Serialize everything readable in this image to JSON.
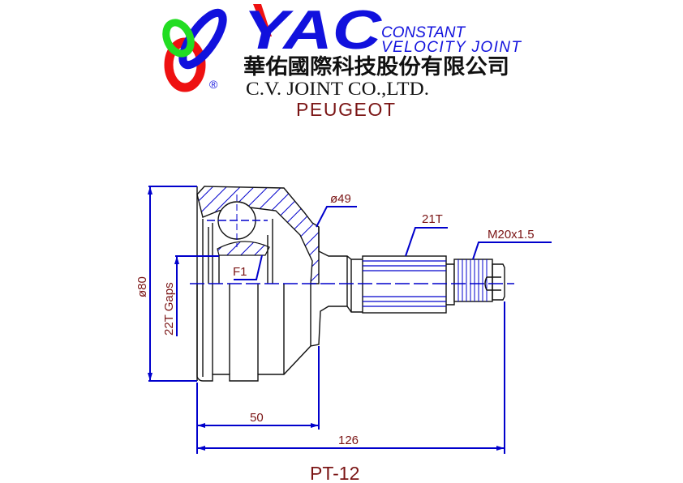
{
  "logo": {
    "brand": "YAC",
    "tagline_1": "CONSTANT",
    "tagline_2": "VELOCITY JOINT",
    "registered": "®"
  },
  "company": {
    "chinese_name": "華佑國際科技股份有限公司",
    "english_name": "C.V. JOINT CO.,LTD."
  },
  "make": "PEUGEOT",
  "part_number": "PT-12",
  "dimensions": {
    "outer_diameter": "ø80",
    "inner_spline": "22T Gaps",
    "seal_diameter": "ø49",
    "outer_spline": "21T",
    "thread": "M20x1.5",
    "inner_label": "F1",
    "bell_length": "50",
    "overall_length": "126"
  },
  "colors": {
    "blue": "#0000cc",
    "dark_red": "#7a1414",
    "logo_red": "#ee1111",
    "logo_green": "#22dd22"
  }
}
